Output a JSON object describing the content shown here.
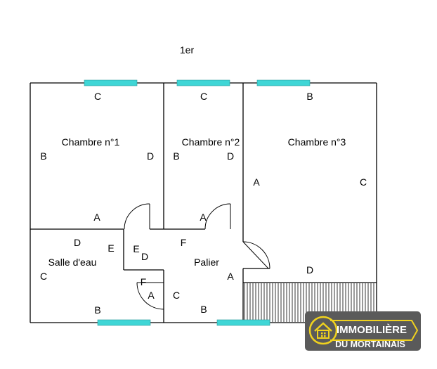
{
  "floor_label": "1er",
  "rooms": {
    "chambre1": "Chambre n°1",
    "chambre2": "Chambre n°2",
    "chambre3": "Chambre n°3",
    "salle_eau": "Salle d'eau",
    "palier": "Palier"
  },
  "wall_letters": {
    "c1_top": "C",
    "c1_left": "B",
    "c1_right": "D",
    "c1_bottom": "A",
    "c2_top": "C",
    "c2_left": "B",
    "c2_right": "D",
    "c2_bottom": "A",
    "c3_top": "B",
    "c3_left": "A",
    "c3_right": "C",
    "c3_bottom": "D",
    "se_top": "D",
    "se_left": "C",
    "se_right": "E",
    "se_bottom": "B",
    "p_e": "E",
    "p_d": "D",
    "p_f_top": "F",
    "p_f_bottom": "F",
    "p_a_left": "A",
    "p_c": "C",
    "p_b": "B",
    "p_a_right": "A"
  },
  "colors": {
    "window": "#3fd6d6",
    "wall": "#000000",
    "logo_bg": "#5a5a5a",
    "logo_accent": "#f0d21e"
  },
  "logo": {
    "line1": "IMMOBILIÈRE",
    "line2": "DU MORTAINAIS",
    "icon": "house-icon"
  }
}
